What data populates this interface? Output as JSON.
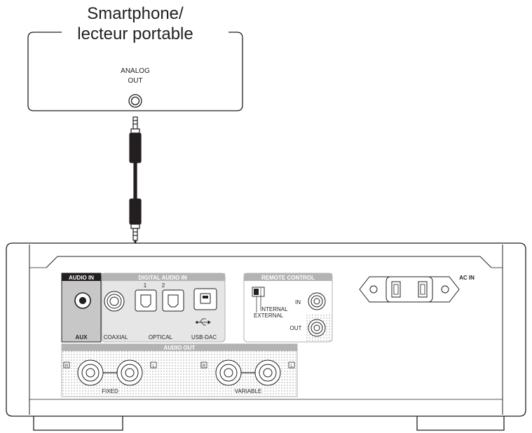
{
  "source_device": {
    "title_line1": "Smartphone/",
    "title_line2": "lecteur portable",
    "port_label_line1": "ANALOG",
    "port_label_line2": "OUT"
  },
  "rear_panel": {
    "audio_in_header": "AUDIO IN",
    "aux_label": "AUX",
    "digital_audio_in_header": "DIGITAL AUDIO IN",
    "optical_number_1": "1",
    "optical_number_2": "2",
    "coaxial_label": "COAXIAL",
    "optical_label": "OPTICAL",
    "usb_dac_label": "USB-DAC",
    "remote_control_header": "REMOTE CONTROL",
    "remote_in_label": "IN",
    "remote_out_label": "OUT",
    "switch_internal_label": "INTERNAL",
    "switch_external_label": "EXTERNAL",
    "ac_in_label": "AC IN",
    "audio_out_header": "AUDIO OUT",
    "fixed_label": "FIXED",
    "variable_label": "VARIABLE",
    "channel_r_label": "R",
    "channel_l_label": "L"
  },
  "colors": {
    "line": "#231f20",
    "panel_face": "#ffffff",
    "group_fill": "#e6e6e6",
    "header_fill": "#b3b3b3",
    "audio_in_fill": "#c7c7c7",
    "audio_in_header_fill": "#231f20",
    "dots": "#9a9a9a"
  }
}
